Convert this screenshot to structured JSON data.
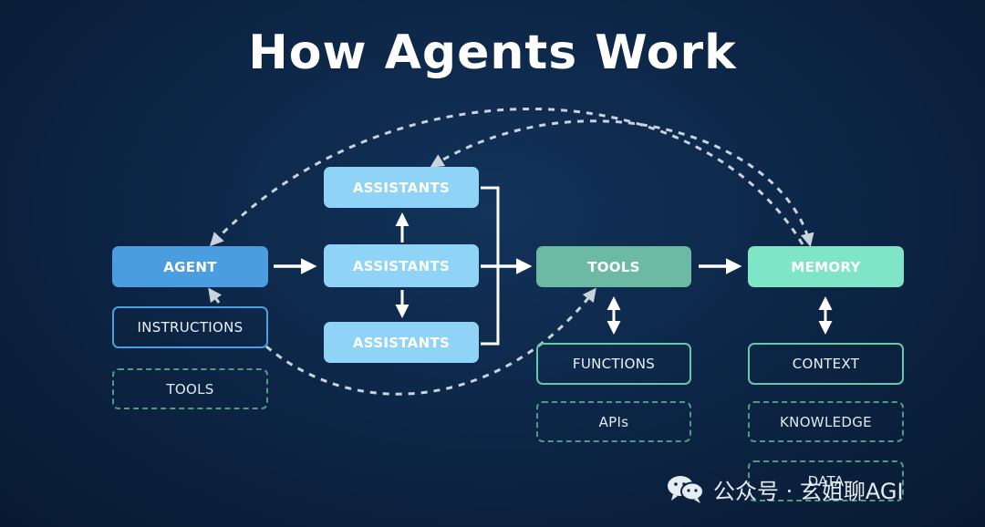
{
  "title": "How Agents Work",
  "nodes": {
    "agent": "AGENT",
    "assistants_top": "ASSISTANTS",
    "assistants_mid": "ASSISTANTS",
    "assistants_bot": "ASSISTANTS",
    "tools": "TOOLS",
    "memory": "MEMORY",
    "instructions": "INSTRUCTIONS",
    "agent_tools": "TOOLS",
    "functions": "FUNCTIONS",
    "apis": "APIs",
    "context": "CONTEXT",
    "knowledge": "KNOWLEDGE",
    "data": "DATA"
  },
  "watermark": {
    "text": "公众号 · 玄姐聊AGI",
    "icon": "wechat-icon"
  },
  "colors": {
    "background": "#0c2444",
    "agent": "#4a9ee0",
    "assistants": "#8fd3f7",
    "tools": "#6cb9a4",
    "memory": "#7ee6c6",
    "dashed_link": "#c9d3dc"
  }
}
